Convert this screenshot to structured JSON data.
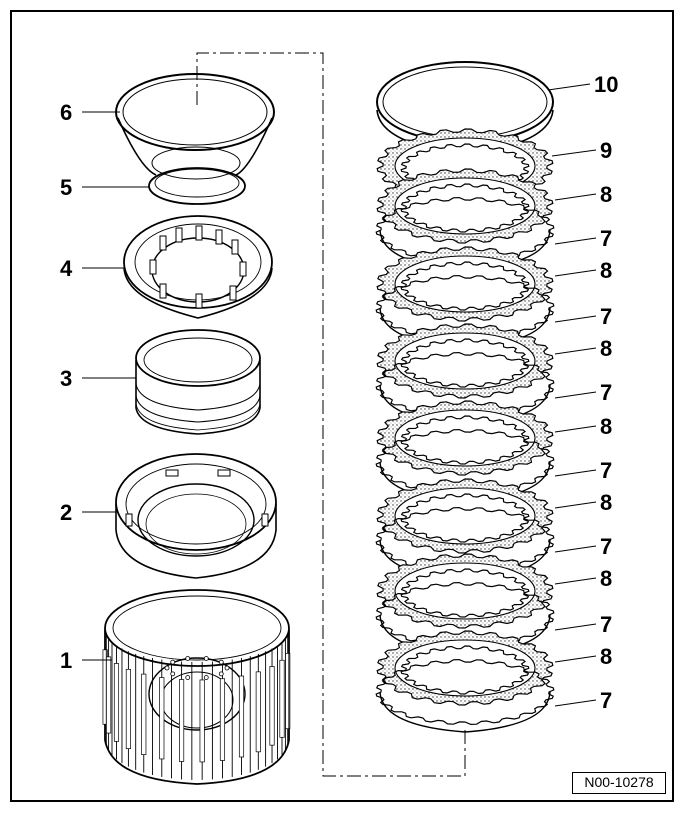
{
  "figure": {
    "reference": "N00-10278",
    "left_stack": [
      {
        "id": "6",
        "label": "6"
      },
      {
        "id": "5",
        "label": "5"
      },
      {
        "id": "4",
        "label": "4"
      },
      {
        "id": "3",
        "label": "3"
      },
      {
        "id": "2",
        "label": "2"
      },
      {
        "id": "1",
        "label": "1"
      }
    ],
    "right_stack": [
      {
        "id": "10",
        "label": "10",
        "kind": "snap-ring"
      },
      {
        "id": "9",
        "label": "9",
        "kind": "end-plate"
      },
      {
        "id": "8",
        "label": "8",
        "kind": "lined-disc"
      },
      {
        "id": "7",
        "label": "7",
        "kind": "steel-plate"
      },
      {
        "id": "8",
        "label": "8",
        "kind": "lined-disc"
      },
      {
        "id": "7",
        "label": "7",
        "kind": "steel-plate"
      },
      {
        "id": "8",
        "label": "8",
        "kind": "lined-disc"
      },
      {
        "id": "7",
        "label": "7",
        "kind": "steel-plate"
      },
      {
        "id": "8",
        "label": "8",
        "kind": "lined-disc"
      },
      {
        "id": "7",
        "label": "7",
        "kind": "steel-plate"
      },
      {
        "id": "8",
        "label": "8",
        "kind": "lined-disc"
      },
      {
        "id": "7",
        "label": "7",
        "kind": "steel-plate"
      },
      {
        "id": "8",
        "label": "8",
        "kind": "lined-disc"
      },
      {
        "id": "7",
        "label": "7",
        "kind": "steel-plate"
      },
      {
        "id": "8",
        "label": "8",
        "kind": "lined-disc"
      },
      {
        "id": "7",
        "label": "7",
        "kind": "steel-plate"
      }
    ]
  }
}
